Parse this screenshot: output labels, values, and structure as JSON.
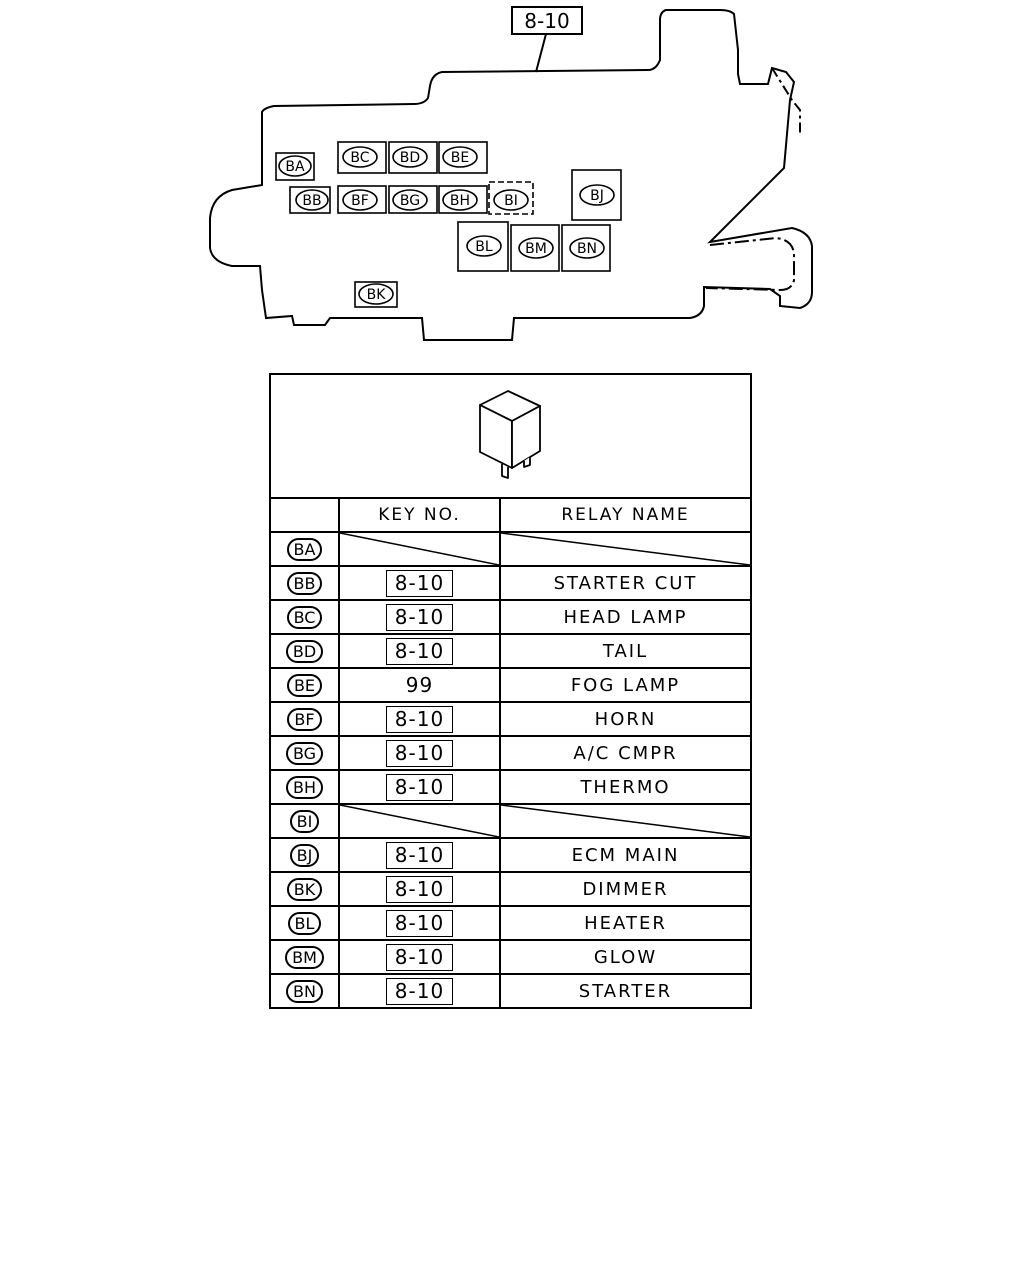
{
  "diagram": {
    "callout_ref": "8-10",
    "labels": {
      "BA": "BA",
      "BB": "BB",
      "BC": "BC",
      "BD": "BD",
      "BE": "BE",
      "BF": "BF",
      "BG": "BG",
      "BH": "BH",
      "BI": "BI",
      "BJ": "BJ",
      "BK": "BK",
      "BL": "BL",
      "BM": "BM",
      "BN": "BN"
    }
  },
  "table": {
    "relay_icon": "relay-icon",
    "header": {
      "key_no": "KEY NO.",
      "relay_name": "RELAY NAME"
    },
    "rows": [
      {
        "code": "BA",
        "key": "",
        "name": "",
        "empty": true
      },
      {
        "code": "BB",
        "key": "8-10",
        "name": "STARTER CUT",
        "boxed": true
      },
      {
        "code": "BC",
        "key": "8-10",
        "name": "HEAD LAMP",
        "boxed": true
      },
      {
        "code": "BD",
        "key": "8-10",
        "name": "TAIL",
        "boxed": true
      },
      {
        "code": "BE",
        "key": "99",
        "name": "FOG LAMP",
        "boxed": false
      },
      {
        "code": "BF",
        "key": "8-10",
        "name": "HORN",
        "boxed": true
      },
      {
        "code": "BG",
        "key": "8-10",
        "name": "A/C CMPR",
        "boxed": true
      },
      {
        "code": "BH",
        "key": "8-10",
        "name": "THERMO",
        "boxed": true
      },
      {
        "code": "BI",
        "key": "",
        "name": "",
        "empty": true
      },
      {
        "code": "BJ",
        "key": "8-10",
        "name": "ECM MAIN",
        "boxed": true
      },
      {
        "code": "BK",
        "key": "8-10",
        "name": "DIMMER",
        "boxed": true
      },
      {
        "code": "BL",
        "key": "8-10",
        "name": "HEATER",
        "boxed": true
      },
      {
        "code": "BM",
        "key": "8-10",
        "name": "GLOW",
        "boxed": true
      },
      {
        "code": "BN",
        "key": "8-10",
        "name": "STARTER",
        "boxed": true
      }
    ]
  }
}
